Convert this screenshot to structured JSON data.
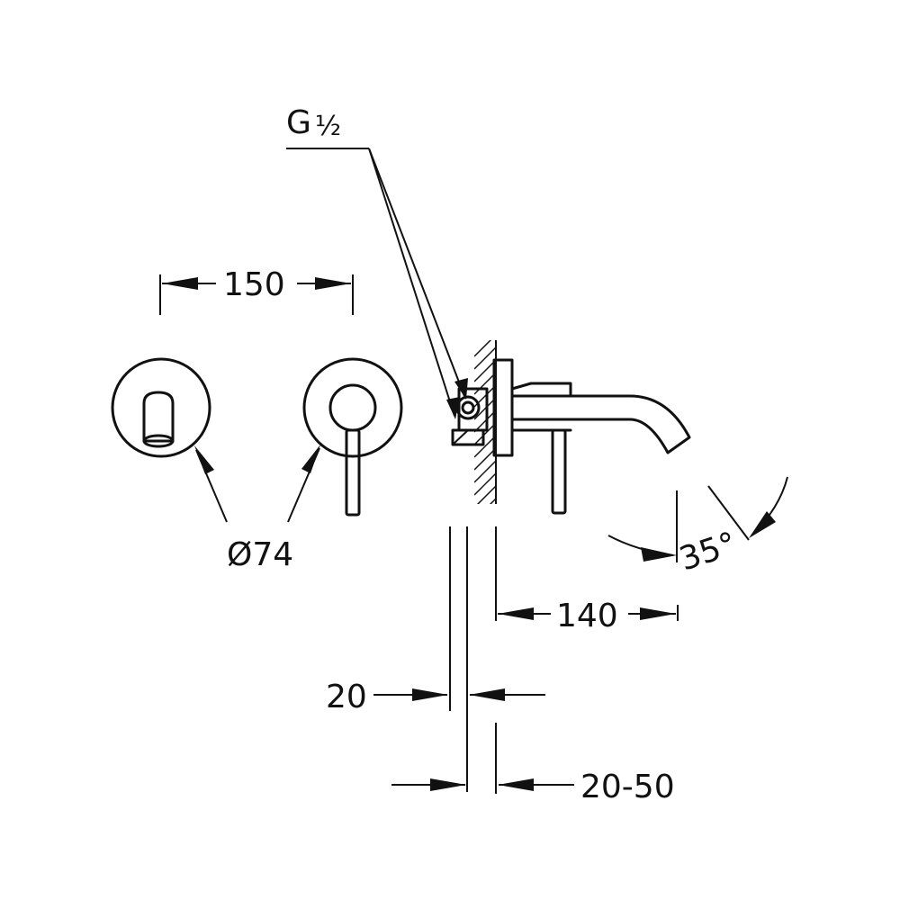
{
  "drawing": {
    "type": "technical-dimension-drawing",
    "subject": "wall-mounted basin mixer",
    "thread_label": "G ½",
    "thread_label_main": "G",
    "thread_label_fraction": "½",
    "dimensions": {
      "spacing": "150",
      "rosette_diameter": "Ø74",
      "spout_projection": "140",
      "plate_thickness": "20",
      "wall_adjust_range": "20-50",
      "spout_angle": "35°"
    },
    "line_color": "#111111",
    "background_color": "#ffffff"
  }
}
